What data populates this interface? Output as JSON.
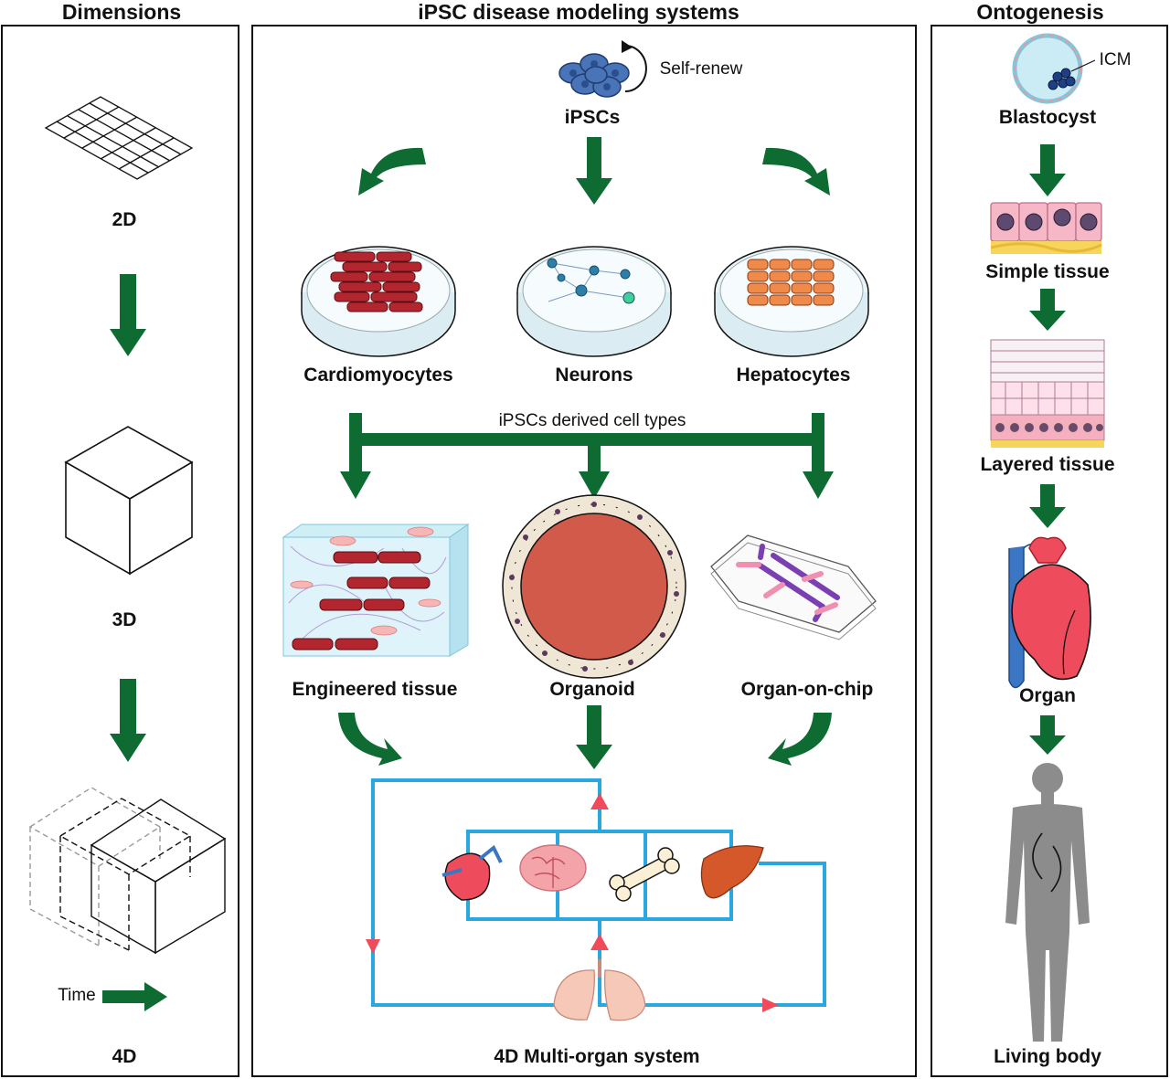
{
  "headers": {
    "dimensions": "Dimensions",
    "ipsc": "iPSC disease modeling systems",
    "ontogenesis": "Ontogenesis"
  },
  "dimensions": {
    "d2": "2D",
    "d3": "3D",
    "d4": "4D",
    "time": "Time"
  },
  "ipsc": {
    "self_renew": "Self-renew",
    "ipscs": "iPSCs",
    "cardiomyocytes": "Cardiomyocytes",
    "neurons": "Neurons",
    "hepatocytes": "Hepatocytes",
    "derived": "iPSCs derived cell types",
    "engineered_tissue": "Engineered tissue",
    "organoid": "Organoid",
    "organ_on_chip": "Organ-on-chip",
    "multi_organ": "4D Multi-organ system"
  },
  "ontogenesis": {
    "icm": "ICM",
    "blastocyst": "Blastocyst",
    "simple_tissue": "Simple tissue",
    "layered_tissue": "Layered tissue",
    "organ": "Organ",
    "living_body": "Living body"
  },
  "colors": {
    "arrow_green": "#0e6b32",
    "circuit_blue": "#29a8e0",
    "flow_red": "#ef4b5b",
    "heart_red": "#ee4b5c",
    "brain_pink": "#f4a3a8",
    "liver_orange": "#d4582a",
    "body_gray": "#8c8c8c"
  }
}
